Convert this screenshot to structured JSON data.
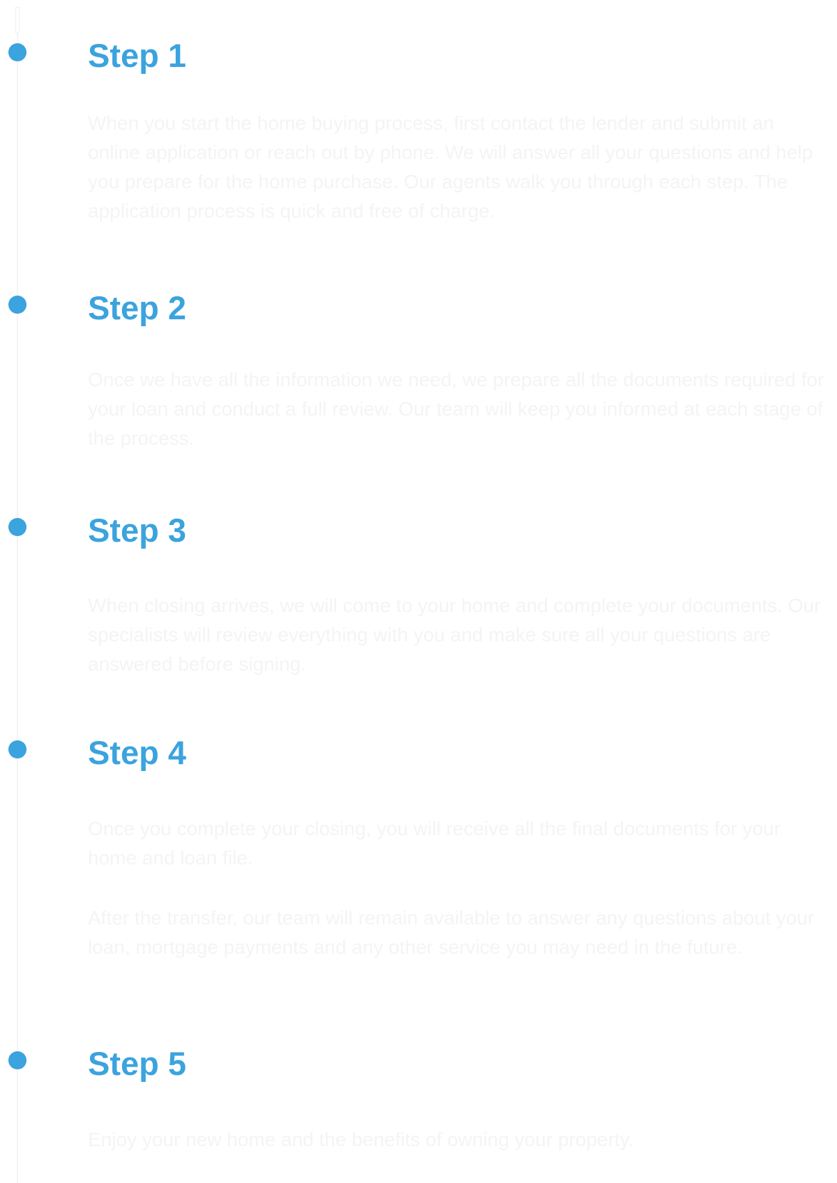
{
  "theme": {
    "accent": "#3ba3de",
    "text_faded": "#f4f4f4",
    "background": "#ffffff"
  },
  "steps": [
    {
      "title": "Step 1",
      "paragraphs": [
        "When you start the home buying process, first contact the lender and submit an online application or reach out by phone. We will answer all your questions and help you prepare for the home purchase. Our agents walk you through each step. The application process is quick and free of charge."
      ]
    },
    {
      "title": "Step 2",
      "paragraphs": [
        "Once we have all the information we need, we prepare all the documents required for your loan and conduct a full review. Our team will keep you informed at each stage of the process."
      ]
    },
    {
      "title": "Step 3",
      "paragraphs": [
        "When closing arrives, we will come to your home and complete your documents. Our specialists will review everything with you and make sure all your questions are answered before signing."
      ]
    },
    {
      "title": "Step 4",
      "paragraphs": [
        "Once you complete your closing, you will receive all the final documents for your home and loan file.",
        "After the transfer, our team will remain available to answer any questions about your loan, mortgage payments and any other service you may need in the future."
      ]
    },
    {
      "title": "Step 5",
      "paragraphs": [
        "Enjoy your new home and the benefits of owning your property."
      ]
    }
  ]
}
